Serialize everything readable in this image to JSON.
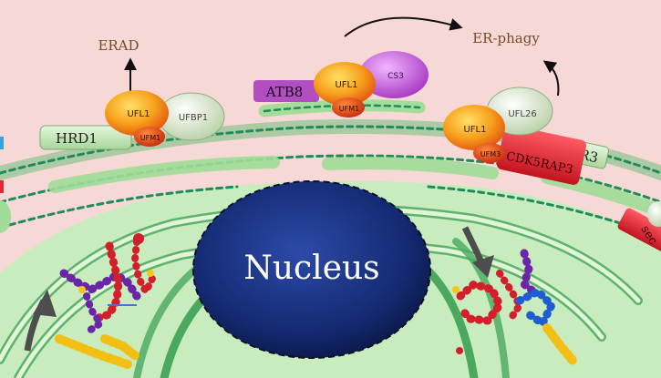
{
  "labels": {
    "erad": "ERAD",
    "er_phagy": "ER-phagy",
    "nucleus": "Nucleus",
    "hrd1": "HRD1",
    "atb8": "ATB8",
    "cyb5r3": "CYB5R3",
    "cdk5rap3": "CDK5RAP3",
    "sec": "sec"
  },
  "proteins": {
    "ufl1": "UFL1",
    "ufm1": "UFM1",
    "ufbp1": "UFBP1",
    "cs3": "CS3",
    "ufl26": "UFL26",
    "ufm3": "UFM3"
  },
  "colors": {
    "background": "#f6d9d6",
    "er_lumen": "#cdeec4",
    "er_membrane": "#2f8f55",
    "nucleus": "#13286b",
    "ufl1": "#f39a1a",
    "ufm1": "#e23a13",
    "cs3": "#c15ad0",
    "ufbp1": "#dfead0",
    "atb8": "#b24fc0",
    "cdk5rap3": "#e8273a"
  }
}
